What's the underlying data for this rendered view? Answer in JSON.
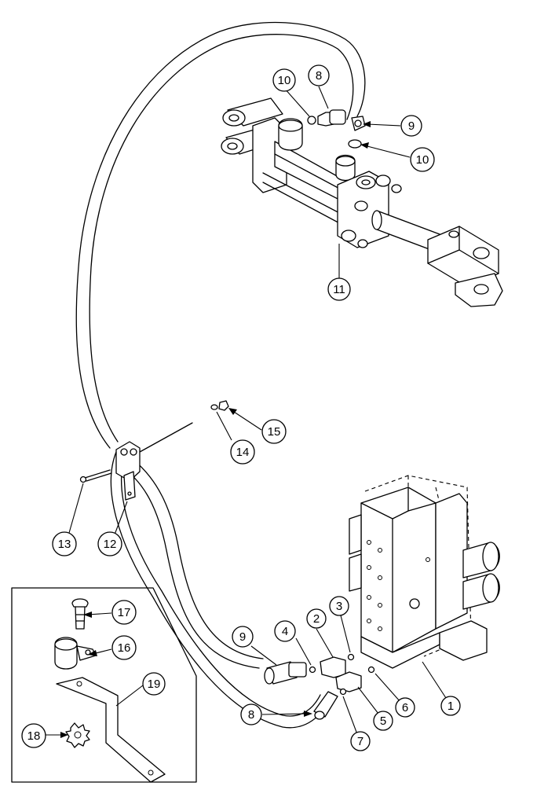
{
  "callouts": [
    {
      "id": "c1",
      "label": "1"
    },
    {
      "id": "c2",
      "label": "2"
    },
    {
      "id": "c3",
      "label": "3"
    },
    {
      "id": "c4",
      "label": "4"
    },
    {
      "id": "c5",
      "label": "5"
    },
    {
      "id": "c6",
      "label": "6"
    },
    {
      "id": "c7",
      "label": "7"
    },
    {
      "id": "c8a",
      "label": "8"
    },
    {
      "id": "c8b",
      "label": "8"
    },
    {
      "id": "c9a",
      "label": "9"
    },
    {
      "id": "c9b",
      "label": "9"
    },
    {
      "id": "c10a",
      "label": "10"
    },
    {
      "id": "c10b",
      "label": "10"
    },
    {
      "id": "c11",
      "label": "11"
    },
    {
      "id": "c12",
      "label": "12"
    },
    {
      "id": "c13",
      "label": "13"
    },
    {
      "id": "c14",
      "label": "14"
    },
    {
      "id": "c15",
      "label": "15"
    },
    {
      "id": "c16",
      "label": "16"
    },
    {
      "id": "c17",
      "label": "17"
    },
    {
      "id": "c18",
      "label": "18"
    },
    {
      "id": "c19",
      "label": "19"
    }
  ]
}
